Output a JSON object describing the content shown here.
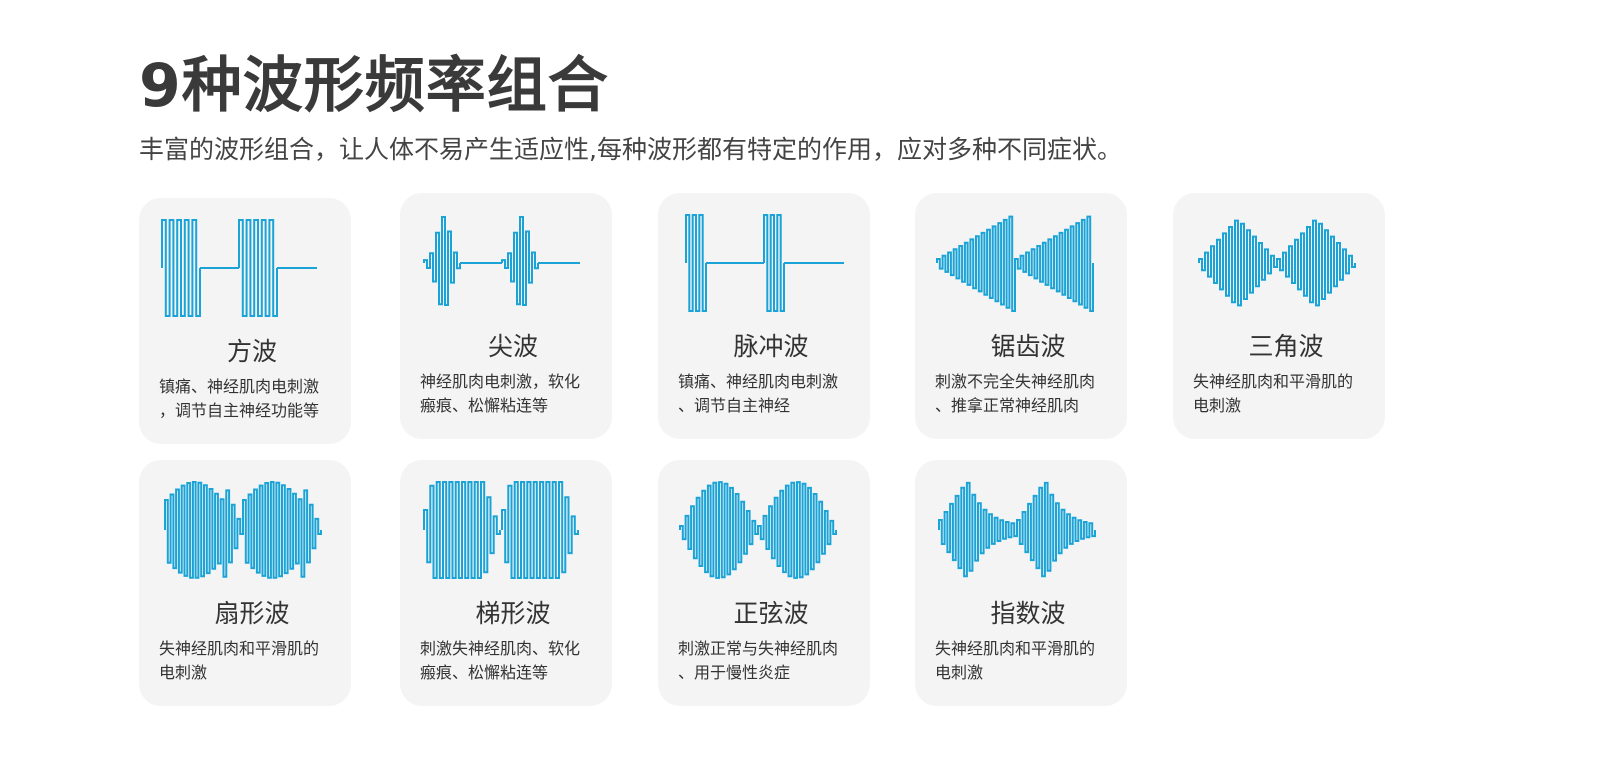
{
  "header": {
    "title": "9种波形频率组合",
    "subtitle": "丰富的波形组合，让人体不易产生适应性,每种波形都有特定的作用，应对多种不同症状。"
  },
  "accent_color": "#1aa3d6",
  "card_color": "#f4f4f4",
  "waves": [
    {
      "id": "square",
      "name": "方波",
      "desc_lines": [
        "镇痛、神经肌肉电刺激",
        "，调节自主神经功能等"
      ],
      "icon": "square-wave-icon"
    },
    {
      "id": "spike",
      "name": "尖波",
      "desc_lines": [
        "神经肌肉电刺激，软化",
        "瘢痕、松懈粘连等"
      ],
      "icon": "spike-wave-icon"
    },
    {
      "id": "pulse",
      "name": "脉冲波",
      "desc_lines": [
        "镇痛、神经肌肉电刺激",
        "、调节自主神经"
      ],
      "icon": "pulse-wave-icon"
    },
    {
      "id": "sawtooth",
      "name": "锯齿波",
      "desc_lines": [
        "刺激不完全失神经肌肉",
        "、推拿正常神经肌肉"
      ],
      "icon": "sawtooth-wave-icon"
    },
    {
      "id": "triangle",
      "name": "三角波",
      "desc_lines": [
        "失神经肌肉和平滑肌的",
        "电刺激"
      ],
      "icon": "triangle-wave-icon"
    },
    {
      "id": "fan",
      "name": "扇形波",
      "desc_lines": [
        "失神经肌肉和平滑肌的",
        "电刺激"
      ],
      "icon": "fan-wave-icon"
    },
    {
      "id": "trapezoid",
      "name": "梯形波",
      "desc_lines": [
        "刺激失神经肌肉、软化",
        "瘢痕、松懈粘连等"
      ],
      "icon": "trapezoid-wave-icon"
    },
    {
      "id": "sine",
      "name": "正弦波",
      "desc_lines": [
        "刺激正常与失神经肌肉",
        "、用于慢性炎症"
      ],
      "icon": "sine-wave-icon"
    },
    {
      "id": "exponential",
      "name": "指数波",
      "desc_lines": [
        "失神经肌肉和平滑肌的",
        "电刺激"
      ],
      "icon": "exponential-wave-icon"
    }
  ]
}
